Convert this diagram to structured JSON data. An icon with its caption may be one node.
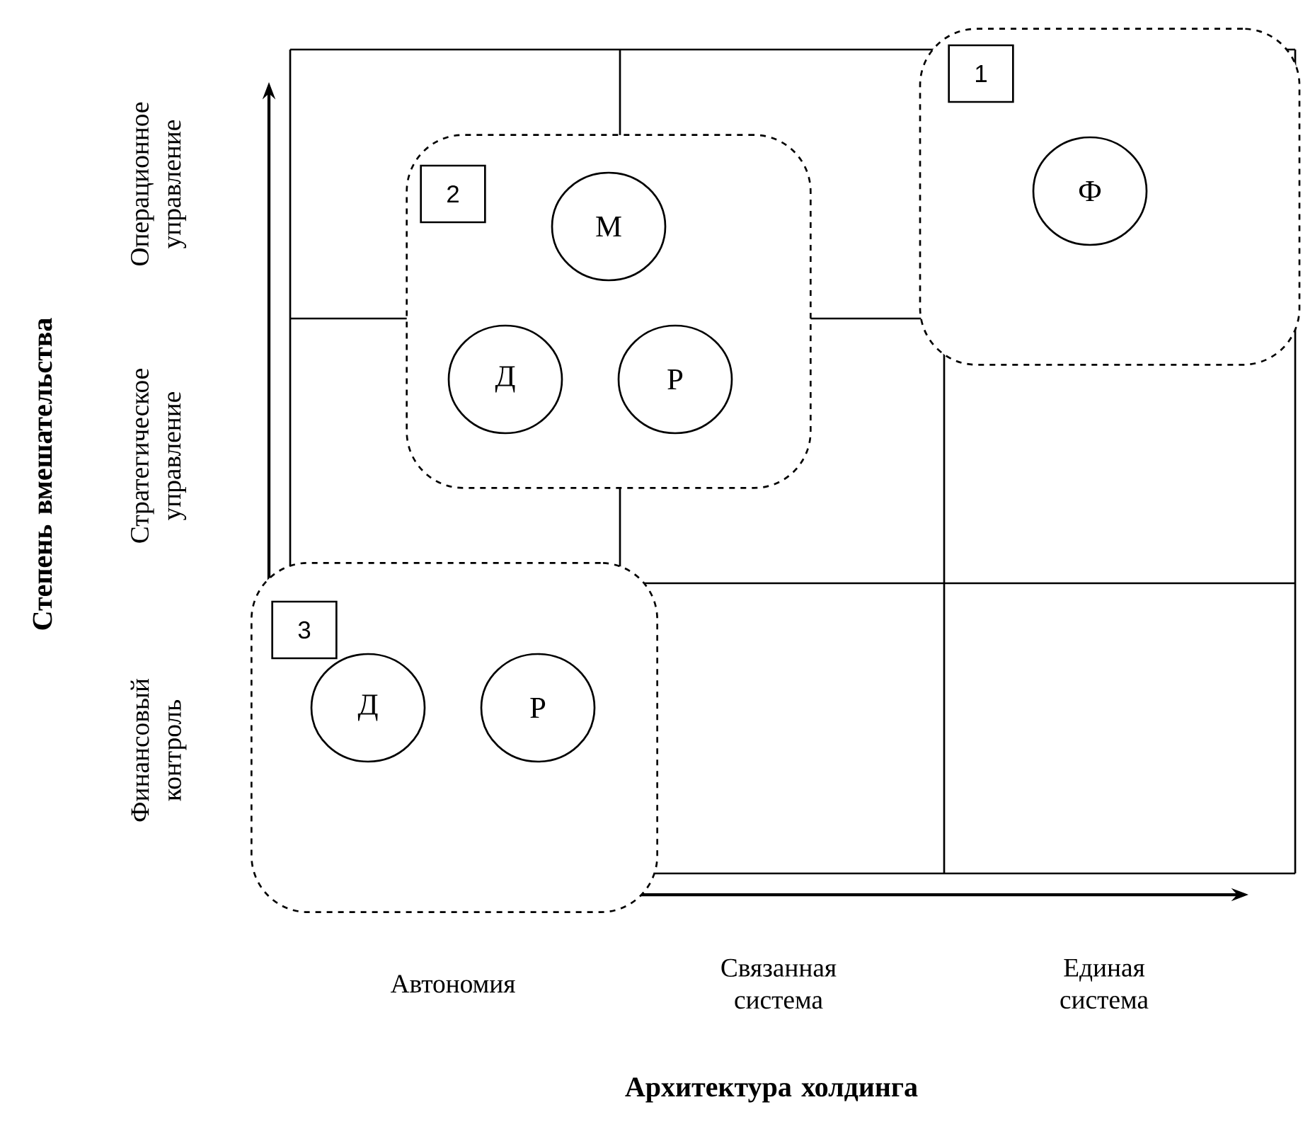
{
  "diagram": {
    "nodes": [
      {
        "text": [],
        "shape": "box"
      },
      {
        "text": [
          "1"
        ],
        "in": 0
      },
      {
        "text": [
          "Ф"
        ],
        "in": 0
      },
      {
        "text": [],
        "shape": "box"
      },
      {
        "text": [
          "2"
        ],
        "in": 3
      },
      {
        "text": [
          "М"
        ],
        "in": 3
      },
      {
        "text": [
          "Д"
        ],
        "in": 3
      },
      {
        "text": [
          "Р"
        ],
        "in": 3
      },
      {
        "text": [],
        "shape": "box"
      },
      {
        "text": [
          "3"
        ],
        "in": 8
      },
      {
        "text": [
          "Д"
        ],
        "in": 8
      },
      {
        "text": [
          "Р"
        ],
        "in": 8
      }
    ],
    "labels": [
      "Степень вмешательства",
      "Операционное управление",
      "Стратегическое управление",
      "Финансовый контроль",
      "Автономия",
      "Связанная система",
      "Единая система",
      "Архитектура холдинга"
    ]
  }
}
